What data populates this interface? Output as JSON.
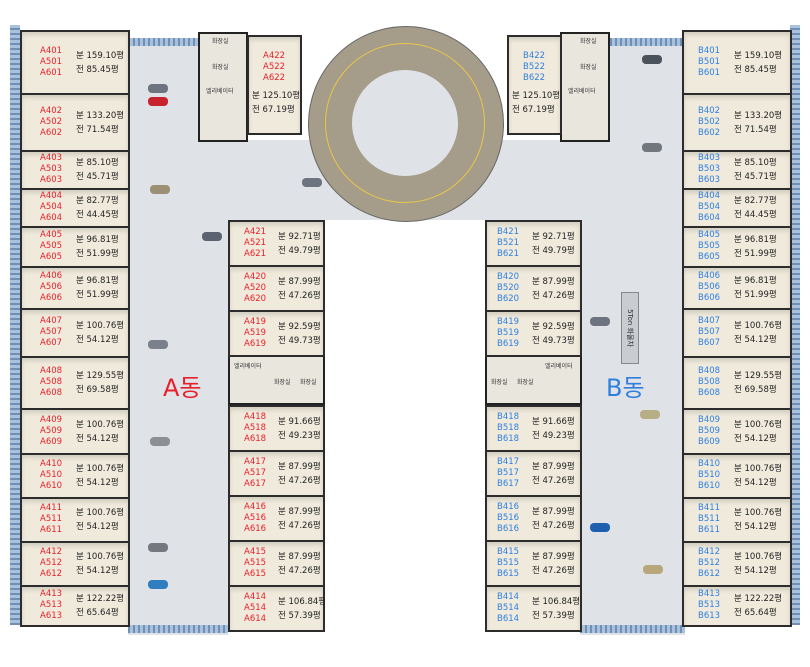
{
  "colors": {
    "a_building": "#e8202a",
    "b_building": "#2f7fe0"
  },
  "buildings": {
    "a_label": "A동",
    "b_label": "B동"
  },
  "core_labels": {
    "restroom": "화장실",
    "elevator": "엘리베이터"
  },
  "truck_label": "5Ton 화물차",
  "a_outer": [
    {
      "ids": [
        "A401",
        "A501",
        "A601"
      ],
      "supply": "분 159.10평",
      "exclusive": "전 85.45평"
    },
    {
      "ids": [
        "A402",
        "A502",
        "A602"
      ],
      "supply": "분 133.20평",
      "exclusive": "전 71.54평"
    },
    {
      "ids": [
        "A403",
        "A503",
        "A603"
      ],
      "supply": "분 85.10평",
      "exclusive": "전 45.71평"
    },
    {
      "ids": [
        "A404",
        "A504",
        "A604"
      ],
      "supply": "분 82.77평",
      "exclusive": "전 44.45평"
    },
    {
      "ids": [
        "A405",
        "A505",
        "A605"
      ],
      "supply": "분 96.81평",
      "exclusive": "전 51.99평"
    },
    {
      "ids": [
        "A406",
        "A506",
        "A606"
      ],
      "supply": "분 96.81평",
      "exclusive": "전 51.99평"
    },
    {
      "ids": [
        "A407",
        "A507",
        "A607"
      ],
      "supply": "분 100.76평",
      "exclusive": "전 54.12평"
    },
    {
      "ids": [
        "A408",
        "A508",
        "A608"
      ],
      "supply": "분 129.55평",
      "exclusive": "전 69.58평"
    },
    {
      "ids": [
        "A409",
        "A509",
        "A609"
      ],
      "supply": "분 100.76평",
      "exclusive": "전 54.12평"
    },
    {
      "ids": [
        "A410",
        "A510",
        "A610"
      ],
      "supply": "분 100.76평",
      "exclusive": "전 54.12평"
    },
    {
      "ids": [
        "A411",
        "A511",
        "A611"
      ],
      "supply": "분 100.76평",
      "exclusive": "전 54.12평"
    },
    {
      "ids": [
        "A412",
        "A512",
        "A612"
      ],
      "supply": "분 100.76평",
      "exclusive": "전 54.12평"
    },
    {
      "ids": [
        "A413",
        "A513",
        "A613"
      ],
      "supply": "분 122.22평",
      "exclusive": "전 65.64평"
    }
  ],
  "a_inner": [
    {
      "ids": [
        "A421",
        "A521",
        "A621"
      ],
      "supply": "분 92.71평",
      "exclusive": "전 49.79평"
    },
    {
      "ids": [
        "A420",
        "A520",
        "A620"
      ],
      "supply": "분 87.99평",
      "exclusive": "전 47.26평"
    },
    {
      "ids": [
        "A419",
        "A519",
        "A619"
      ],
      "supply": "분 92.59평",
      "exclusive": "전 49.73평"
    },
    {
      "ids": [
        "A418",
        "A518",
        "A618"
      ],
      "supply": "분 91.66평",
      "exclusive": "전 49.23평"
    },
    {
      "ids": [
        "A417",
        "A517",
        "A617"
      ],
      "supply": "분 87.99평",
      "exclusive": "전 47.26평"
    },
    {
      "ids": [
        "A416",
        "A516",
        "A616"
      ],
      "supply": "분 87.99평",
      "exclusive": "전 47.26평"
    },
    {
      "ids": [
        "A415",
        "A515",
        "A615"
      ],
      "supply": "분 87.99평",
      "exclusive": "전 47.26평"
    },
    {
      "ids": [
        "A414",
        "A514",
        "A614"
      ],
      "supply": "분 106.84평",
      "exclusive": "전 57.39평"
    }
  ],
  "a_top": {
    "ids": [
      "A422",
      "A522",
      "A622"
    ],
    "supply": "분 125.10평",
    "exclusive": "전 67.19평"
  },
  "b_outer": [
    {
      "ids": [
        "B401",
        "B501",
        "B601"
      ],
      "supply": "분 159.10평",
      "exclusive": "전 85.45평"
    },
    {
      "ids": [
        "B402",
        "B502",
        "B602"
      ],
      "supply": "분 133.20평",
      "exclusive": "전 71.54평"
    },
    {
      "ids": [
        "B403",
        "B503",
        "B603"
      ],
      "supply": "분 85.10평",
      "exclusive": "전 45.71평"
    },
    {
      "ids": [
        "B404",
        "B504",
        "B604"
      ],
      "supply": "분 82.77평",
      "exclusive": "전 44.45평"
    },
    {
      "ids": [
        "B405",
        "B505",
        "B605"
      ],
      "supply": "분 96.81평",
      "exclusive": "전 51.99평"
    },
    {
      "ids": [
        "B406",
        "B506",
        "B606"
      ],
      "supply": "분 96.81평",
      "exclusive": "전 51.99평"
    },
    {
      "ids": [
        "B407",
        "B507",
        "B607"
      ],
      "supply": "분 100.76평",
      "exclusive": "전 54.12평"
    },
    {
      "ids": [
        "B408",
        "B508",
        "B608"
      ],
      "supply": "분 129.55평",
      "exclusive": "전 69.58평"
    },
    {
      "ids": [
        "B409",
        "B509",
        "B609"
      ],
      "supply": "분 100.76평",
      "exclusive": "전 54.12평"
    },
    {
      "ids": [
        "B410",
        "B510",
        "B610"
      ],
      "supply": "분 100.76평",
      "exclusive": "전 54.12평"
    },
    {
      "ids": [
        "B411",
        "B511",
        "B611"
      ],
      "supply": "분 100.76평",
      "exclusive": "전 54.12평"
    },
    {
      "ids": [
        "B412",
        "B512",
        "B612"
      ],
      "supply": "분 100.76평",
      "exclusive": "전 54.12평"
    },
    {
      "ids": [
        "B413",
        "B513",
        "B613"
      ],
      "supply": "분 122.22평",
      "exclusive": "전 65.64평"
    }
  ],
  "b_inner": [
    {
      "ids": [
        "B421",
        "B521",
        "B621"
      ],
      "supply": "분 92.71평",
      "exclusive": "전 49.79평"
    },
    {
      "ids": [
        "B420",
        "B520",
        "B620"
      ],
      "supply": "분 87.99평",
      "exclusive": "전 47.26평"
    },
    {
      "ids": [
        "B419",
        "B519",
        "B619"
      ],
      "supply": "분 92.59평",
      "exclusive": "전 49.73평"
    },
    {
      "ids": [
        "B418",
        "B518",
        "B618"
      ],
      "supply": "분 91.66평",
      "exclusive": "전 49.23평"
    },
    {
      "ids": [
        "B417",
        "B517",
        "B617"
      ],
      "supply": "분 87.99평",
      "exclusive": "전 47.26평"
    },
    {
      "ids": [
        "B416",
        "B516",
        "B616"
      ],
      "supply": "분 87.99평",
      "exclusive": "전 47.26평"
    },
    {
      "ids": [
        "B415",
        "B515",
        "B615"
      ],
      "supply": "분 87.99평",
      "exclusive": "전 47.26평"
    },
    {
      "ids": [
        "B414",
        "B514",
        "B614"
      ],
      "supply": "분 106.84평",
      "exclusive": "전 57.39평"
    }
  ],
  "b_top": {
    "ids": [
      "B422",
      "B522",
      "B622"
    ],
    "supply": "분 125.10평",
    "exclusive": "전 67.19평"
  }
}
